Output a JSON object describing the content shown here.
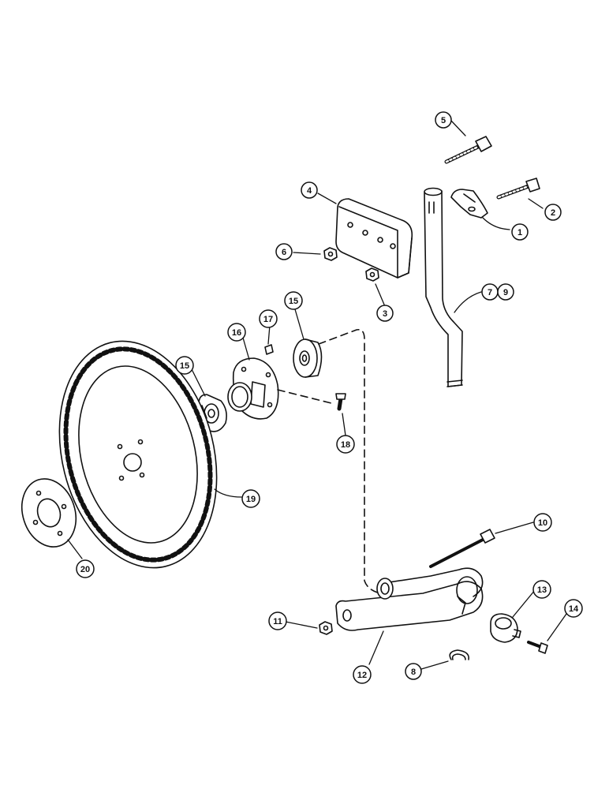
{
  "callouts": [
    {
      "id": "c1",
      "label": "1"
    },
    {
      "id": "c2",
      "label": "2"
    },
    {
      "id": "c3",
      "label": "3"
    },
    {
      "id": "c4",
      "label": "4"
    },
    {
      "id": "c5",
      "label": "5"
    },
    {
      "id": "c6",
      "label": "6"
    },
    {
      "id": "c7",
      "label": "7"
    },
    {
      "id": "c9",
      "label": "9"
    },
    {
      "id": "c8",
      "label": "8"
    },
    {
      "id": "c10",
      "label": "10"
    },
    {
      "id": "c11",
      "label": "11"
    },
    {
      "id": "c12",
      "label": "12"
    },
    {
      "id": "c13",
      "label": "13"
    },
    {
      "id": "c14",
      "label": "14"
    },
    {
      "id": "c15a",
      "label": "15"
    },
    {
      "id": "c15b",
      "label": "15"
    },
    {
      "id": "c16",
      "label": "16"
    },
    {
      "id": "c17",
      "label": "17"
    },
    {
      "id": "c18",
      "label": "18"
    },
    {
      "id": "c19",
      "label": "19"
    },
    {
      "id": "c20",
      "label": "20"
    }
  ]
}
